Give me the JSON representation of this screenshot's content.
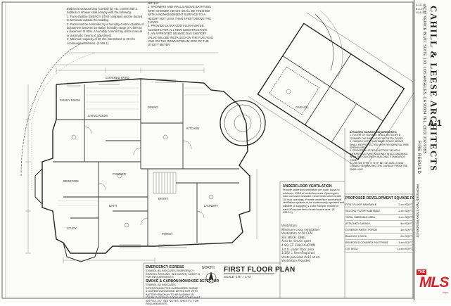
{
  "sheet": {
    "title": "FIRST FLOOR PLAN",
    "scale": "SCALE: 1/4\" = 1'-0\"",
    "north_label": "NORTH"
  },
  "titleblock": {
    "firm": "CAHILL & LEESE ARCHITECTS",
    "address": "8737 VENICE BLVD. SUITE 103, LOS ANGELES, CA 90034 TEL. (310) 202-9383",
    "project_status": "FIRE REBUILD",
    "project_desc": "PROPOSED TWO STORY RESIDENCE",
    "sheet_number": "A-1",
    "revisions": [
      "4-12-19",
      "8-4-19",
      "11-8-19"
    ]
  },
  "notes": {
    "left_col": [
      "Bathroom exhaust fans (combo) (E) etc. comes with a bathtub or shower shall comply with the following:",
      "1. Fans shall be ENERGY STAR compliant and be ducted to terminate outside the building.",
      "2. Fans must be controlled by a humidity control capable of adjustment between a relative humidity range of ≤ 50% to a maximum of 80%. A humidity control may utilize manual or automatic means of adjustment.",
      "3. Minimum capacity of 50 cfm intermittent or 20 cfm continuous ventilation. (4.506.1)"
    ],
    "right_col": [
      "NOTES:",
      "1. SHOWERS AND WALLS ABOVE BATHTUBS WITH SHOWER HEADS SHALL BE FINISHED WITH A NONABSORBENT SURFACE TO A HEIGHT NOT LESS THAN 6 FEET ABOVE THE FLOOR.",
      "2. PROVIDE ULTRA-LOW FLUSH WATER CLOSETS FOR ALL NEW CONSTRUCTION.",
      "3. AN APPROVED SEISMIC GAS SHUTOFF VALVE WILL BE INSTALLED ON THE FUEL GAS LINE ON THE DOWN STREAM SIDE OF THE UTILITY METER."
    ]
  },
  "egress": {
    "title": "EMERGENCY EGRESS",
    "body": "SYMBOL (E) INDICATES EMERGENCY EGRESS OPENING. SEE NOTES, SHEET G, FOR REQUIREMENTS."
  },
  "smoke": {
    "title": "SMOKE & CARBON MONOXIDE DETECTOR",
    "body": "SYMBOL (S) INDICATES INTERCONNECTED HARDWIRED SMOKE & CARBON MONOXIDE DETECTOR WITH BATTERY BACKUP, TO BE AUDIBLE IN EVERY SLEEPING ROOM AND COMPLIANT WITH UL 217. SEE NOTES, SHEET G, FOR REQUIREMENTS."
  },
  "underfloor": {
    "title": "UNDERFLOOR VENTILATION",
    "body": "Provide underfloor ventilation per code: equal to minimum 1/150 of underfloor area. Openings to have corrosion resistant metal mesh screens with 1/8 inch openings. Provide underfloor mechanical ventilation systems to be continuously operated and capable of supplying 1 cubic foot per minute for each 50 square feet of crawl space area. (R 408.3.2)"
  },
  "garage": {
    "title": "ATTACHED GARAGE REQUIREMENTS:",
    "items": [
      "1. FLOOR OF GARAGE SHALL BE SLOPED TOWARD THE MAIN VEHICLE ENTRY DOOR.",
      "2. GARAGE WITH HABITABLE SPACE ABOVE SHALL BE PROTECTED WITH RESIDENTIAL FIRE SPRINKLERS.",
      "3. PROVIDE A LISTED ELECTRIC VEHICLE INFRASTRUCTURE RACEWAY IN ACCORDANCE WITH THE CALGREEN BUILDING STANDARDS CODE.",
      "4. USE 5/8 TYPE 'X' GYP. BD. ON WALLS AND CEILING SEPARATING THE GARAGE FROM THE DWELLING."
    ]
  },
  "sqft": {
    "title": "PROPOSED DEVELOPMENT SQUARE FOOTAGE",
    "rows": [
      {
        "label": "FIRST FLOOR HABITABLE",
        "value": "2,xxx SQ.FT."
      },
      {
        "label": "SECOND FLOOR HABITABLE",
        "value": "1,xxx SQ.FT."
      },
      {
        "label": "TOTAL HABITABLE AREA",
        "value": "4,xxx SQ.FT."
      },
      {
        "label": "ATTACHED GARAGE",
        "value": "5xx SQ.FT."
      },
      {
        "label": "COVERED PATIO / PORCH",
        "value": "3xx SQ.FT."
      },
      {
        "label": "BALCONY / DECK",
        "value": "2xx SQ.FT."
      },
      {
        "label": "PROPOSED COVERED FOOTPRINT",
        "value": "3,xxx SQ.FT."
      },
      {
        "label": "LOT AREA",
        "value": "1x,xxx SQ.FT."
      }
    ]
  },
  "hand_notes": [
    "Ventilation",
    "Minimum cross ventilation",
    "Ventilation at 50 CFM",
    "SEE MECH. DWG.",
    "Area to remain open",
    "4 SQ. FT. CALCULATION",
    "1st fl. under floor area",
    "1/150 = Vent Required",
    "Vents provided 4x10 at ea.",
    "Ventilation Provided"
  ],
  "rooms": [
    "LIVING ROOM",
    "DINING",
    "KITCHEN",
    "FAMILY ROOM",
    "BEDROOM",
    "BATH",
    "GARAGE",
    "ENTRY",
    "POWDER",
    "LAUNDRY",
    "COVERED PATIO",
    "STUDY",
    "PORCH"
  ],
  "watermark": {
    "the": "THE",
    "mls": "MLS",
    "com": ".com"
  }
}
